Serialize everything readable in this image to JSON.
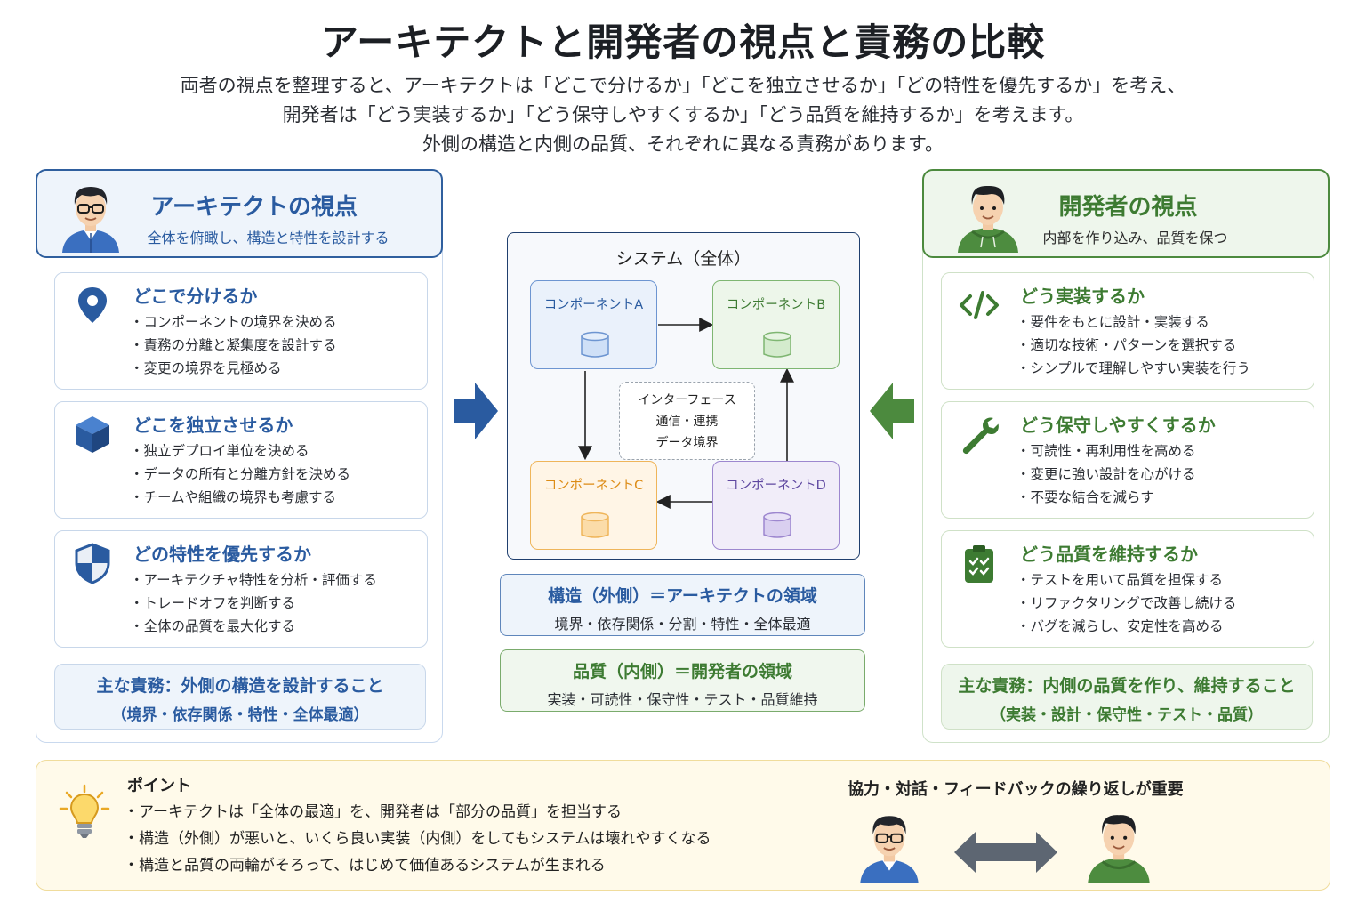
{
  "title": "アーキテクトと開発者の視点と責務の比較",
  "intro": [
    "両者の視点を整理すると、アーキテクトは「どこで分けるか」「どこを独立させるか」「どの特性を優先するか」を考え、",
    "開発者は「どう実装するか」「どう保守しやすくするか」「どう品質を維持するか」を考えます。",
    "外側の構造と内側の品質、それぞれに異なる責務があります。"
  ],
  "architect": {
    "title": "アーキテクトの視点",
    "subtitle": "全体を俯瞰し、構造と特性を設計する",
    "cards": [
      {
        "icon": "map-pin-icon",
        "title": "どこで分けるか",
        "items": [
          "コンポーネントの境界を決める",
          "責務の分離と凝集度を設計する",
          "変更の境界を見極める"
        ]
      },
      {
        "icon": "cube-icon",
        "title": "どこを独立させるか",
        "items": [
          "独立デプロイ単位を決める",
          "データの所有と分離方針を決める",
          "チームや組織の境界も考慮する"
        ]
      },
      {
        "icon": "shield-icon",
        "title": "どの特性を優先するか",
        "items": [
          "アーキテクチャ特性を分析・評価する",
          "トレードオフを判断する",
          "全体の品質を最大化する"
        ]
      }
    ],
    "duty_main": "主な責務：外側の構造を設計すること",
    "duty_sub": "（境界・依存関係・特性・全体最適）"
  },
  "developer": {
    "title": "開発者の視点",
    "subtitle": "内部を作り込み、品質を保つ",
    "cards": [
      {
        "icon": "code-icon",
        "title": "どう実装するか",
        "items": [
          "要件をもとに設計・実装する",
          "適切な技術・パターンを選択する",
          "シンプルで理解しやすい実装を行う"
        ]
      },
      {
        "icon": "wrench-icon",
        "title": "どう保守しやすくするか",
        "items": [
          "可読性・再利用性を高める",
          "変更に強い設計を心がける",
          "不要な結合を減らす"
        ]
      },
      {
        "icon": "clipboard-check-icon",
        "title": "どう品質を維持するか",
        "items": [
          "テストを用いて品質を担保する",
          "リファクタリングで改善し続ける",
          "バグを減らし、安定性を高める"
        ]
      }
    ],
    "duty_main": "主な責務：内側の品質を作り、維持すること",
    "duty_sub": "（実装・設計・保守性・テスト・品質）"
  },
  "system": {
    "title": "システム（全体）",
    "components": {
      "a": "コンポーネントA",
      "b": "コンポーネントB",
      "c": "コンポーネントC",
      "d": "コンポーネントD"
    },
    "interface": [
      "インターフェース",
      "通信・連携",
      "データ境界"
    ]
  },
  "regions": {
    "outer_main": "構造（外側）＝アーキテクトの領域",
    "outer_sub": "境界・依存関係・分割・特性・全体最適",
    "inner_main": "品質（内側）＝開発者の領域",
    "inner_sub": "実装・可読性・保守性・テスト・品質維持"
  },
  "point": {
    "title": "ポイント",
    "items": [
      "アーキテクトは「全体の最適」を、開発者は「部分の品質」を担当する",
      "構造（外側）が悪いと、いくら良い実装（内側）をしてもシステムは壊れやすくなる",
      "構造と品質の両輪がそろって、はじめて価値あるシステムが生まれる"
    ],
    "collab": "協力・対話・フィードバックの繰り返しが重要"
  },
  "colors": {
    "architect": "#2a5ba0",
    "developer": "#3d7b32",
    "comp_a": "#4a78c2",
    "comp_b": "#5a9c4e",
    "comp_c": "#e39a2a",
    "comp_d": "#7b62b4"
  }
}
